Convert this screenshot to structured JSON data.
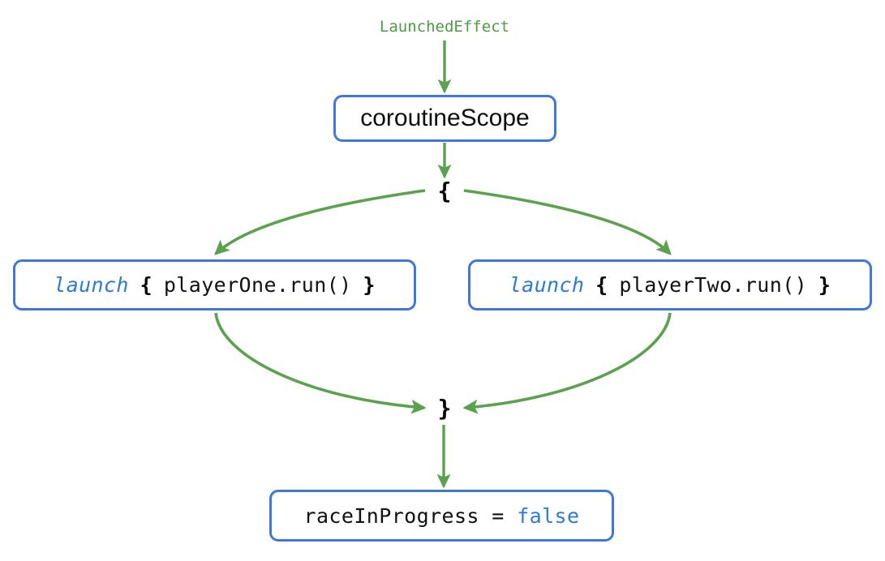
{
  "diagram": {
    "title_label": "LaunchedEffect",
    "colors": {
      "edge_green": "#5ba24f",
      "node_border_blue": "#3f78d8",
      "keyword_blue": "#2b7bd4",
      "label_green": "#4d9b43",
      "text_black": "#111111",
      "background": "#ffffff"
    },
    "nodes": {
      "launched_effect": {
        "label": "LaunchedEffect"
      },
      "coroutine_scope": {
        "label": "coroutineScope"
      },
      "brace_open": {
        "label": "{"
      },
      "brace_close": {
        "label": "}"
      },
      "launch_one": {
        "keyword": "launch",
        "brace_open": "{",
        "body": "playerOne.run()",
        "brace_close": "}"
      },
      "launch_two": {
        "keyword": "launch",
        "brace_open": "{",
        "body": "playerTwo.run()",
        "brace_close": "}"
      },
      "race_flag": {
        "assignment": "raceInProgress = ",
        "value": "false"
      }
    },
    "edges": [
      {
        "from": "launched_effect",
        "to": "coroutine_scope",
        "style": "straight-arrow"
      },
      {
        "from": "coroutine_scope",
        "to": "brace_open",
        "style": "straight-arrow"
      },
      {
        "from": "brace_open",
        "to": "launch_one",
        "style": "curve-arrow"
      },
      {
        "from": "brace_open",
        "to": "launch_two",
        "style": "curve-arrow"
      },
      {
        "from": "launch_one",
        "to": "brace_close",
        "style": "curve-arrow"
      },
      {
        "from": "launch_two",
        "to": "brace_close",
        "style": "curve-arrow"
      },
      {
        "from": "brace_close",
        "to": "race_flag",
        "style": "straight-arrow"
      }
    ]
  }
}
